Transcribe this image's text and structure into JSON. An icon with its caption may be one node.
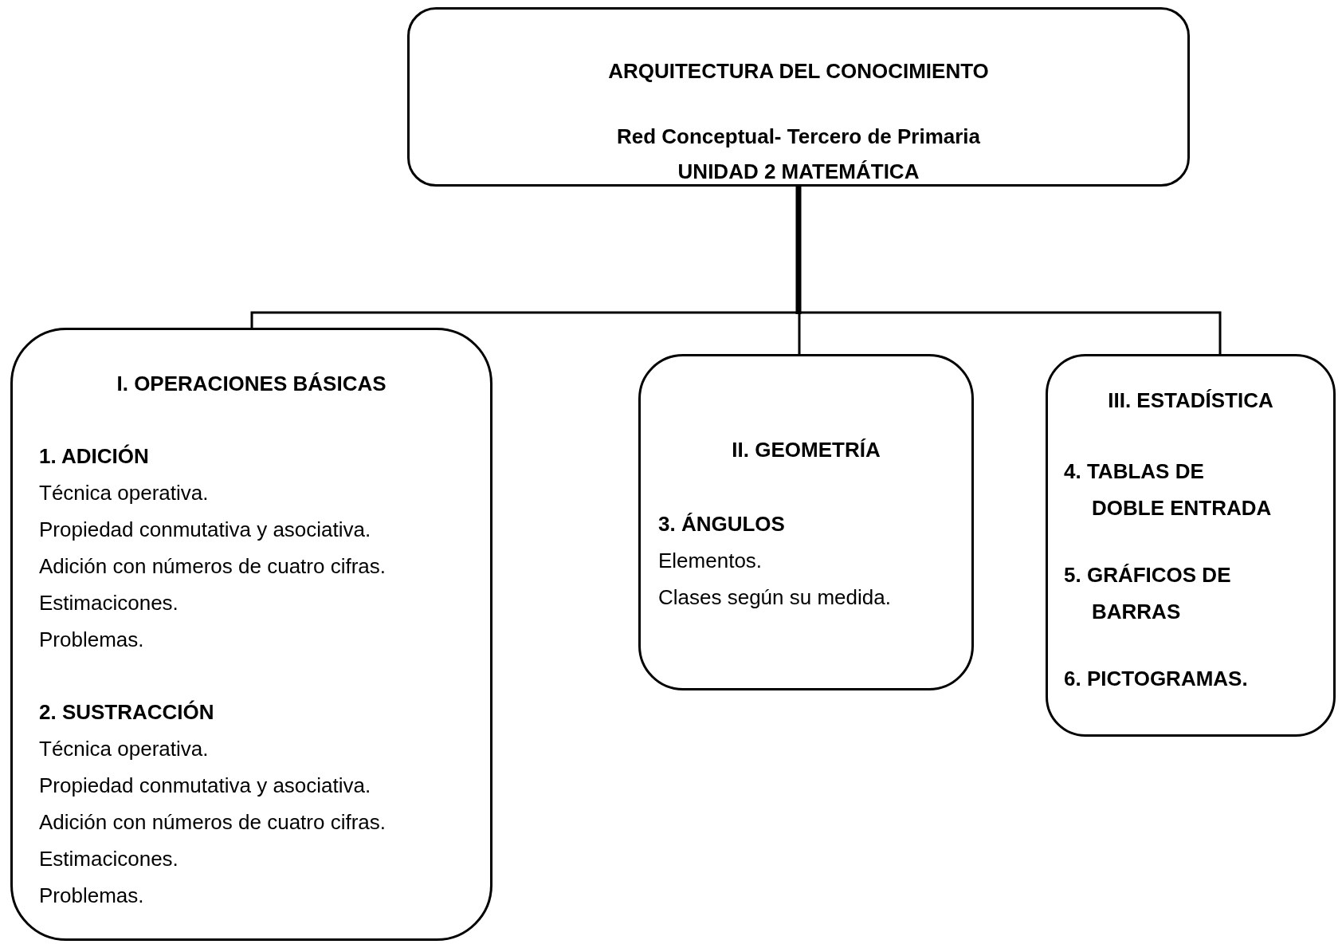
{
  "diagram": {
    "nodes": [
      {
        "text": [
          "ARQUITECTURA DEL CONOCIMIENTO",
          "Red Conceptual- Tercero de Primaria",
          "UNIDAD 2 MATEMÁTICA"
        ]
      },
      {
        "text": [
          "I. OPERACIONES BÁSICAS",
          "1. ADICIÓN",
          "Técnica operativa.",
          "Propiedad conmutativa y asociativa.",
          "Adición con números de cuatro cifras.",
          "Estimacicones.",
          "Problemas.",
          "2. SUSTRACCIÓN",
          "Técnica operativa.",
          "Propiedad conmutativa y asociativa.",
          "Adición con números de cuatro cifras.",
          "Estimacicones.",
          "Problemas."
        ]
      },
      {
        "text": [
          "II. GEOMETRÍA",
          "3. ÁNGULOS",
          "Elementos.",
          "Clases según su medida."
        ]
      },
      {
        "text": [
          "III. ESTADÍSTICA",
          "4. TABLAS DE DOBLE ENTRADA",
          "5. GRÁFICOS DE BARRAS",
          "6. PICTOGRAMAS."
        ]
      }
    ],
    "edges": [
      {
        "from": 0,
        "to": 1,
        "arrow": "none"
      },
      {
        "from": 0,
        "to": 2,
        "arrow": "none"
      },
      {
        "from": 0,
        "to": 3,
        "arrow": "none"
      }
    ]
  }
}
